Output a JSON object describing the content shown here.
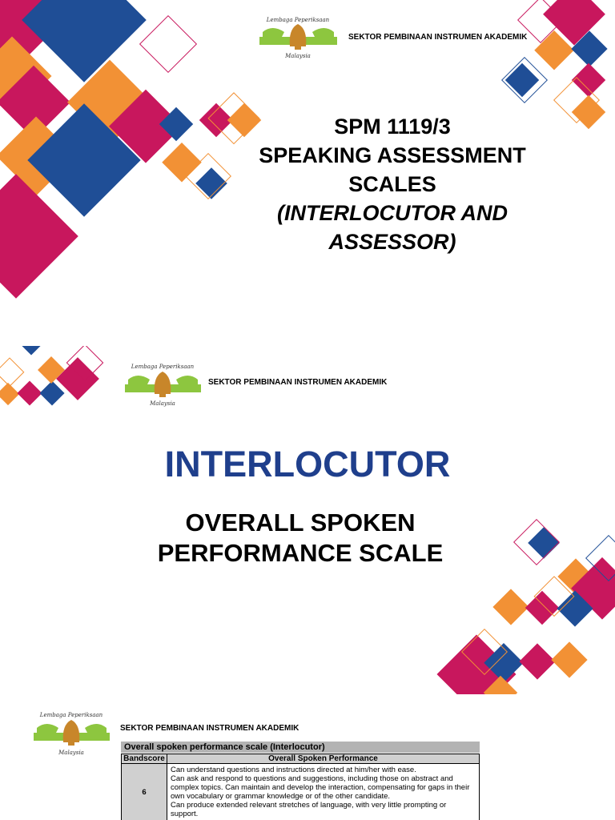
{
  "header": {
    "organization": "SEKTOR PEMBINAAN INSTRUMEN AKADEMIK"
  },
  "logo": {
    "text_top": "Lembaga Peperiksaan",
    "text_bottom": "Malaysia"
  },
  "colors": {
    "pink": "#c8175d",
    "navy": "#1f4e96",
    "orange": "#f29135",
    "title_blue": "#1f3f8c",
    "logo_green": "#8dc63f"
  },
  "slide1": {
    "line1": "SPM 1119/3",
    "line2": "SPEAKING ASSESSMENT",
    "line3": "SCALES",
    "line4": "(INTERLOCUTOR AND",
    "line5": "ASSESSOR)"
  },
  "slide2": {
    "title": "INTERLOCUTOR",
    "subtitle_line1": "OVERALL SPOKEN",
    "subtitle_line2": "PERFORMANCE SCALE"
  },
  "slide3": {
    "table_caption": "Overall spoken performance scale (Interlocutor)",
    "col_band": "Bandscore",
    "col_perf": "Overall Spoken Performance",
    "rows": [
      {
        "band": "6",
        "lines": [
          "Can understand questions and instructions directed at him/her with ease.",
          "Can ask and respond to questions and suggestions, including those on abstract and",
          "complex topics. Can maintain and develop the interaction, compensating for gaps in their",
          "own vocabulary or grammar knowledge or of the other candidate.",
          "Can produce extended relevant stretches of language, with very little prompting or",
          "support."
        ]
      }
    ]
  }
}
